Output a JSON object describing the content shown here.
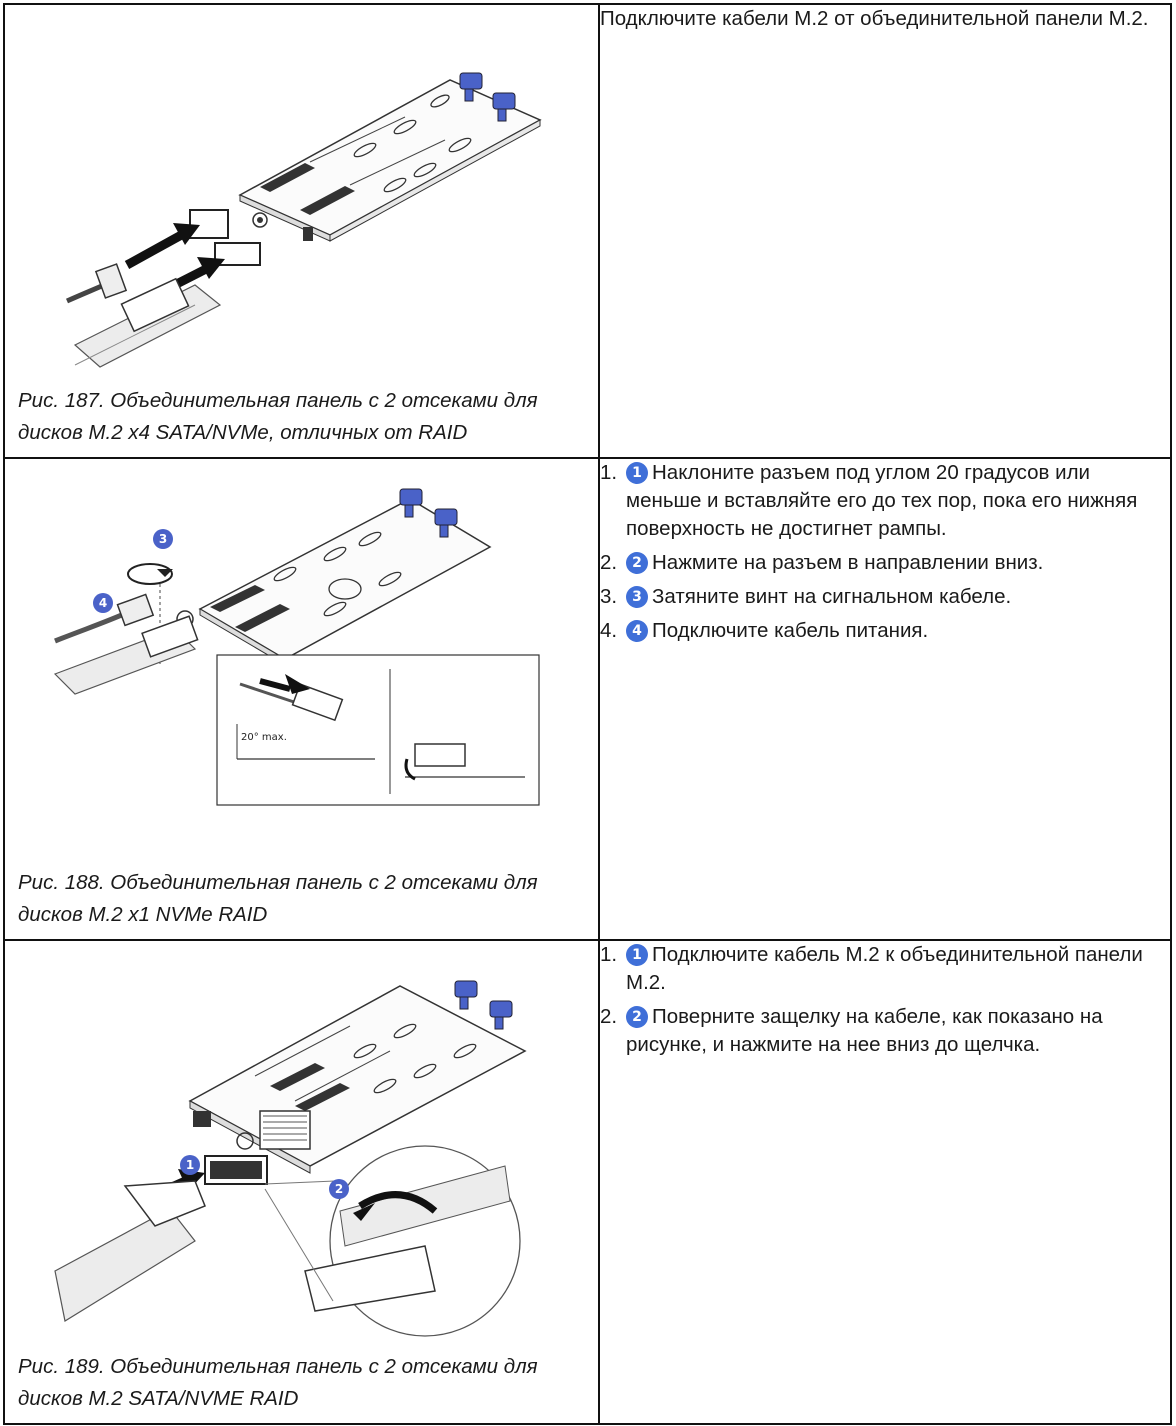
{
  "rows": [
    {
      "caption": "Рис. 187. Объединительная панель с 2 отсеками для дисков M.2 x4 SATA/NVMe, отличных от RAID",
      "text": "Подключите кабели M.2 от объединительной панели M.2."
    },
    {
      "caption": "Рис. 188. Объединительная панель с 2 отсеками для дисков M.2 x1 NVMe RAID",
      "figure_labels": {
        "angle": "20° max."
      },
      "steps": [
        {
          "num": "1.",
          "badge": "1",
          "text": "Наклоните разъем под углом 20 градусов или меньше и вставляйте его до тех пор, пока его нижняя поверхность не достигнет рампы."
        },
        {
          "num": "2.",
          "badge": "2",
          "text": "Нажмите на разъем в направлении вниз."
        },
        {
          "num": "3.",
          "badge": "3",
          "text": "Затяните винт на сигнальном кабеле."
        },
        {
          "num": "4.",
          "badge": "4",
          "text": "Подключите кабель питания."
        }
      ]
    },
    {
      "caption": "Рис. 189. Объединительная панель с 2 отсеками для дисков M.2 SATA/NVME RAID",
      "steps": [
        {
          "num": "1.",
          "badge": "1",
          "text": "Подключите кабель M.2 к объединительной панели M.2."
        },
        {
          "num": "2.",
          "badge": "2",
          "text": "Поверните защелку на кабеле, как показано на рисунке, и нажмите на нее вниз до щелчка."
        }
      ]
    }
  ],
  "colors": {
    "callout": "#3f6fd8",
    "latch": "#4a62c8",
    "border": "#111111"
  },
  "icons": [
    "callout-badge-icon",
    "rotate-arrow-icon",
    "insert-arrow-icon"
  ]
}
